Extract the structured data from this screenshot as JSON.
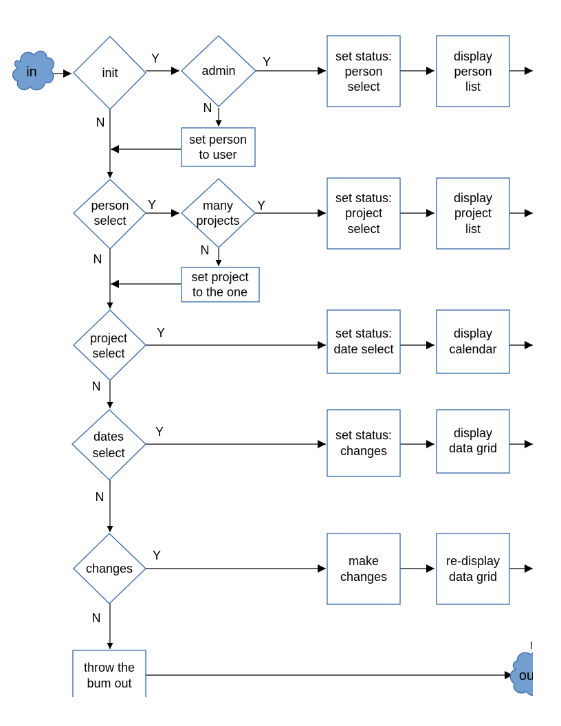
{
  "nodes": {
    "in": "in",
    "init": "init",
    "admin": "admin",
    "set_status_person": [
      "set status:",
      "person",
      "select"
    ],
    "display_person": [
      "display",
      "person",
      "list"
    ],
    "set_person_user": [
      "set person",
      "to user"
    ],
    "person_select": [
      "person",
      "select"
    ],
    "many_projects": [
      "many",
      "projects"
    ],
    "set_status_project": [
      "set status:",
      "project",
      "select"
    ],
    "display_project": [
      "display",
      "project",
      "list"
    ],
    "set_project_one": [
      "set project",
      "to the one"
    ],
    "project_select": [
      "project",
      "select"
    ],
    "set_status_date": [
      "set status:",
      "date select"
    ],
    "display_calendar": [
      "display",
      "calendar"
    ],
    "dates_select": [
      "dates",
      "select"
    ],
    "set_status_changes": [
      "set status:",
      "changes"
    ],
    "display_data_grid": [
      "display",
      "data grid"
    ],
    "changes": "changes",
    "make_changes": [
      "make",
      "changes"
    ],
    "redisplay_grid": [
      "re-display",
      "data grid"
    ],
    "throw_out": [
      "throw the",
      "bum out"
    ],
    "out": "ou"
  },
  "edge_labels": {
    "init_y": "Y",
    "init_n": "N",
    "admin_y": "Y",
    "admin_n": "N",
    "person_y": "Y",
    "person_n": "N",
    "many_y": "Y",
    "many_n": "N",
    "project_y": "Y",
    "project_n": "N",
    "dates_y": "Y",
    "dates_n": "N",
    "changes_y": "Y",
    "changes_n": "N"
  },
  "colors": {
    "shape_stroke": "#3465a4",
    "cloud_fill": "#729fcf",
    "arrow": "#000000"
  }
}
